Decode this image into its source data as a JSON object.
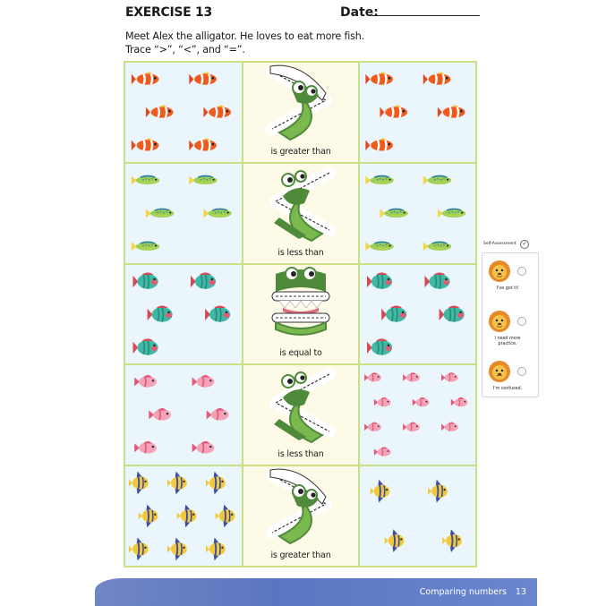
{
  "header": {
    "title": "EXERCISE 13",
    "date_label": "Date:"
  },
  "instructions": {
    "line1": "Meet Alex the alligator. He loves to eat more fish.",
    "line2": "Trace “>”, “<”, and “=”."
  },
  "rows": [
    {
      "left_count": 6,
      "left_fish": "clownfish",
      "symbol": ">",
      "caption": "is greater than",
      "right_count": 5,
      "right_fish": "clownfish"
    },
    {
      "left_count": 5,
      "left_fish": "green-fish",
      "symbol": "<",
      "caption": "is less than",
      "right_count": 6,
      "right_fish": "green-fish"
    },
    {
      "left_count": 5,
      "left_fish": "teal-fish",
      "symbol": "=",
      "caption": "is equal to",
      "right_count": 5,
      "right_fish": "teal-fish"
    },
    {
      "left_count": 6,
      "left_fish": "pink-fish",
      "symbol": "<",
      "caption": "is less than",
      "right_count": 10,
      "right_fish": "pink-fish"
    },
    {
      "left_count": 9,
      "left_fish": "angelfish",
      "symbol": ">",
      "caption": "is greater than",
      "right_count": 4,
      "right_fish": "angelfish"
    }
  ],
  "self_assessment": {
    "title": "Self-Assessment",
    "options": [
      "I've got it!",
      "I need more practice.",
      "I'm confused."
    ]
  },
  "footer": {
    "section": "Comparing numbers",
    "page": "13"
  },
  "colors": {
    "grid_border": "#cbdf85",
    "fish_bg": "#eaf6fb",
    "center_bg": "#fdfbe8",
    "croc_green": "#4f8a3b",
    "footer_blue": "#6079c2"
  }
}
